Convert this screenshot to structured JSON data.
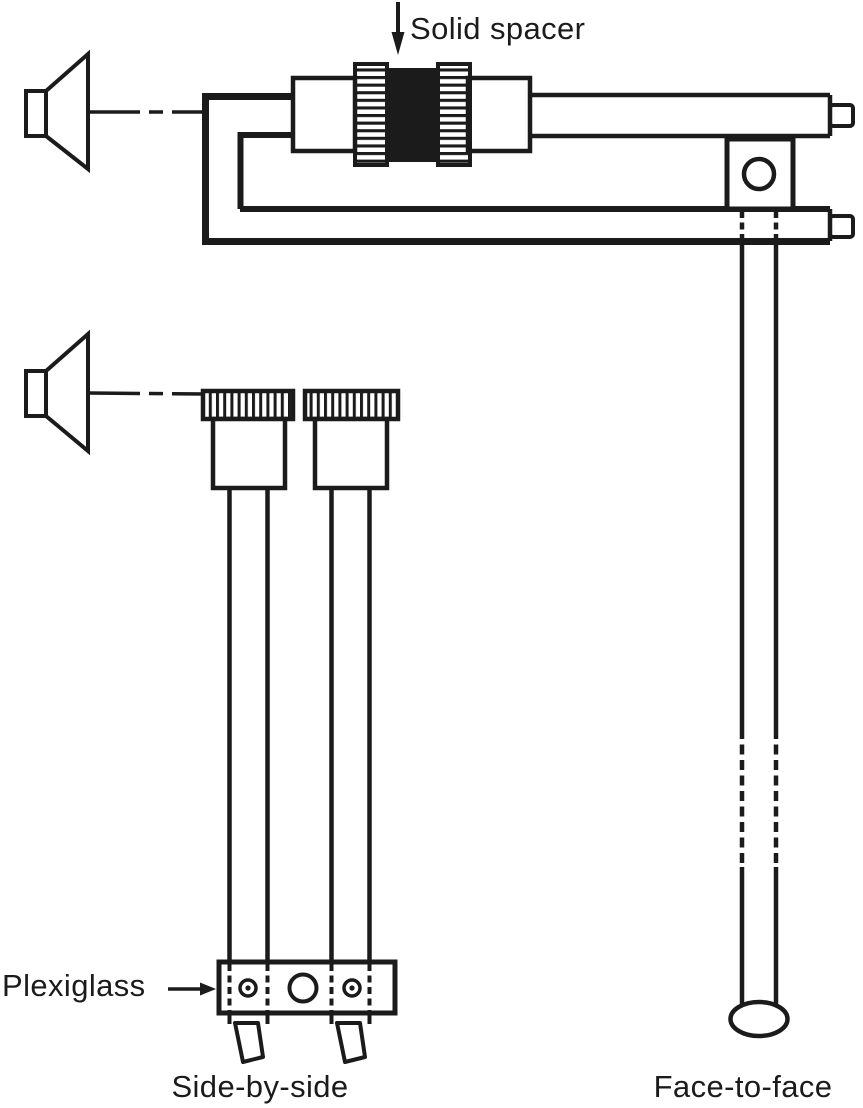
{
  "diagram": {
    "kind": "technical-line-illustration",
    "subject": "Two microphone mounting configurations driven by a loudspeaker",
    "figures": [
      {
        "id": "side-by-side",
        "caption": "Side-by-side",
        "annotation": "Plexiglass",
        "parts": [
          "loudspeaker",
          "two microphones pointing up",
          "plexiglass holder plate with screws and center hole",
          "cable connectors"
        ]
      },
      {
        "id": "face-to-face",
        "caption": "Face-to-face",
        "annotation": "Solid spacer",
        "parts": [
          "loudspeaker",
          "two microphones facing each other",
          "solid spacer between grille caps",
          "C-shaped yoke and rails",
          "mounting block with hole",
          "vertical stand rod with elliptical foot"
        ]
      }
    ]
  },
  "labels": {
    "solid_spacer": "Solid spacer",
    "plexiglass": "Plexiglass",
    "side_by_side": "Side-by-side",
    "face_to_face": "Face-to-face"
  },
  "icons": [
    "loudspeaker-icon",
    "down-arrow-icon",
    "right-arrow-icon"
  ],
  "colors": {
    "ink": "#1b1b1b",
    "background": "#ffffff",
    "spacer_fill": "#1b1b1b"
  }
}
